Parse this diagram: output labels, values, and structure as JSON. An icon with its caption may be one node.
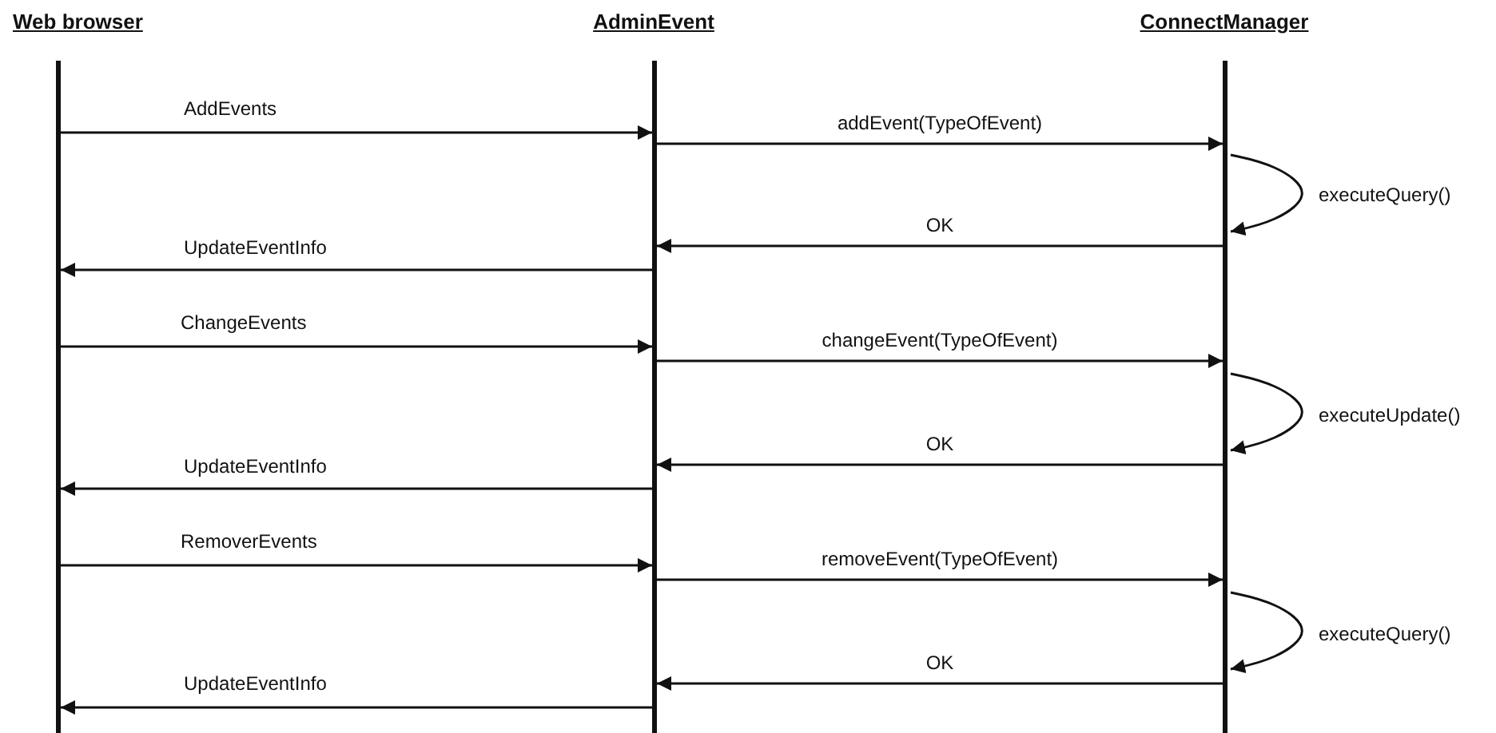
{
  "diagram": {
    "nodes": [
      {
        "text": [
          "Web browser"
        ]
      },
      {
        "text": [
          "AdminEvent"
        ]
      },
      {
        "text": [
          "ConnectManager"
        ]
      },
      {
        "text": [],
        "shape": "bar"
      },
      {
        "text": [],
        "shape": "bar"
      },
      {
        "text": [],
        "shape": "bar"
      }
    ],
    "edges": [
      {
        "from": 3,
        "to": 4,
        "arrow": "to",
        "label": "AddEvents"
      },
      {
        "from": 4,
        "to": 5,
        "arrow": "to",
        "label": "addEvent(TypeOfEvent)"
      },
      {
        "from": 5,
        "to": 5,
        "arrow": "to",
        "label": "executeQuery()"
      },
      {
        "from": 5,
        "to": 4,
        "arrow": "to",
        "label": "OK"
      },
      {
        "from": 4,
        "to": 3,
        "arrow": "to",
        "label": "UpdateEventInfo"
      },
      {
        "from": 3,
        "to": 4,
        "arrow": "to",
        "label": "ChangeEvents"
      },
      {
        "from": 4,
        "to": 5,
        "arrow": "to",
        "label": "changeEvent(TypeOfEvent)"
      },
      {
        "from": 5,
        "to": 5,
        "arrow": "to",
        "label": "executeUpdate()"
      },
      {
        "from": 5,
        "to": 4,
        "arrow": "to",
        "label": "OK"
      },
      {
        "from": 4,
        "to": 3,
        "arrow": "to",
        "label": "UpdateEventInfo"
      },
      {
        "from": 3,
        "to": 4,
        "arrow": "to",
        "label": "RemoverEvents"
      },
      {
        "from": 4,
        "to": 5,
        "arrow": "to",
        "label": "removeEvent(TypeOfEvent)"
      },
      {
        "from": 5,
        "to": 5,
        "arrow": "to",
        "label": "executeQuery()"
      },
      {
        "from": 5,
        "to": 4,
        "arrow": "to",
        "label": "OK"
      },
      {
        "from": 4,
        "to": 3,
        "arrow": "to",
        "label": "UpdateEventInfo"
      }
    ]
  }
}
